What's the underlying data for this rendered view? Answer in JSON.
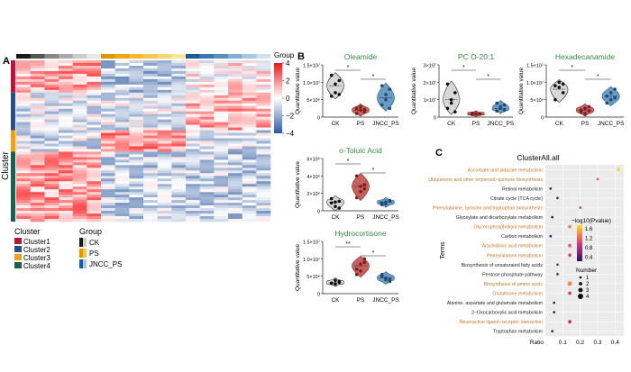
{
  "panel_labels": {
    "a": "A",
    "b": "B",
    "c": "C"
  },
  "colors": {
    "ck": "#d4d4d4",
    "ps": "#c0504d",
    "jncc": "#5b8fbe",
    "title_green": "#3a8a4a",
    "term_orange": "#c07a2a",
    "heat_high": "#e31a1c",
    "heat_low": "#2c5aa0",
    "cluster1": "#b5173a",
    "cluster2": "#2a4c8c",
    "cluster3": "#f0a020",
    "cluster4": "#1e5e4e"
  },
  "heatmap": {
    "group_title": "Group",
    "cluster_title": "Cluster",
    "axis_label": "Cluster",
    "scale_ticks": [
      "4",
      "2",
      "0",
      "−2",
      "−4"
    ],
    "cluster_legend": [
      "Cluster1",
      "Cluster2",
      "Cluster3",
      "Cluster4"
    ],
    "group_legend": [
      "CK",
      "PS",
      "JNCC_PS"
    ]
  },
  "chart_data": [
    {
      "type": "heatmap",
      "title": "",
      "groups": [
        "CK",
        "PS",
        "JNCC_PS"
      ],
      "clusters": [
        "Cluster1",
        "Cluster2",
        "Cluster3",
        "Cluster4"
      ],
      "color_range": [
        -4,
        4
      ],
      "columns": 18,
      "rows_approx": 60
    },
    {
      "type": "violin",
      "title": "Oleamide",
      "ylabel": "Quantitative value",
      "categories": [
        "CK",
        "PS",
        "JNCC_PS"
      ],
      "ytick_labels": [
        "0",
        "5×10⁶",
        "1.0×10⁷",
        "1.5×10⁷"
      ],
      "ylim": [
        0,
        15000000
      ],
      "points": [
        [
          6000000,
          7000000,
          10500000,
          12000000,
          9500000,
          6500000
        ],
        [
          2500000,
          2000000,
          1500000,
          1000000,
          3000000,
          2200000
        ],
        [
          3500000,
          6500000,
          8000000,
          9000000,
          5000000,
          2500000
        ]
      ],
      "medians": [
        9000000,
        2000000,
        5500000
      ],
      "significance": [
        [
          "CK",
          "PS",
          "*"
        ],
        [
          "PS",
          "JNCC_PS",
          "*"
        ]
      ]
    },
    {
      "type": "violin",
      "title": "PC O-20:1",
      "ylabel": "Quantitative value",
      "categories": [
        "CK",
        "PS",
        "JNCC_PS"
      ],
      "ytick_labels": [
        "0",
        "1×10⁷",
        "2×10⁷",
        "3×10⁷"
      ],
      "ylim": [
        0,
        30000000
      ],
      "points": [
        [
          5000000,
          10000000,
          14000000,
          19000000,
          8000000,
          3000000
        ],
        [
          1500000,
          1800000,
          2000000,
          2200000,
          1900000,
          1600000
        ],
        [
          3500000,
          5000000,
          7000000,
          8000000,
          6000000,
          4000000
        ]
      ],
      "medians": [
        10000000,
        2000000,
        5000000
      ],
      "significance": [
        [
          "CK",
          "PS",
          "*"
        ],
        [
          "PS",
          "JNCC_PS",
          "*"
        ]
      ]
    },
    {
      "type": "violin",
      "title": "Hexadecanamide",
      "ylabel": "Quantitative value",
      "categories": [
        "CK",
        "PS",
        "JNCC_PS"
      ],
      "ytick_labels": [
        "0",
        "5×10⁶",
        "1.0×10⁷",
        "1.5×10⁷"
      ],
      "ylim": [
        0,
        15000000
      ],
      "points": [
        [
          9000000,
          8500000,
          7000000,
          5000000,
          10000000,
          9500000
        ],
        [
          2000000,
          1000000,
          3000000,
          1500000,
          2500000,
          1800000
        ],
        [
          6000000,
          5000000,
          8000000,
          4000000,
          7000000,
          5500000
        ]
      ],
      "medians": [
        8000000,
        2000000,
        6000000
      ],
      "significance": [
        [
          "CK",
          "PS",
          "*"
        ],
        [
          "PS",
          "JNCC_PS",
          "*"
        ]
      ]
    },
    {
      "type": "violin",
      "title": "o-Toluic Acid",
      "ylabel": "Quantitative value",
      "categories": [
        "CK",
        "PS",
        "JNCC_PS"
      ],
      "ytick_labels": [
        "0",
        "2×10⁶",
        "4×10⁶",
        "6×10⁶"
      ],
      "ylim": [
        0,
        6000000
      ],
      "points": [
        [
          900000,
          1000000,
          1100000,
          1400000,
          500000,
          300000
        ],
        [
          1500000,
          2200000,
          3000000,
          4000000,
          2800000,
          2500000
        ],
        [
          700000,
          1000000,
          1200000,
          900000,
          800000,
          1100000
        ]
      ],
      "medians": [
        1000000,
        2800000,
        1000000
      ],
      "significance": [
        [
          "CK",
          "PS",
          "*"
        ],
        [
          "PS",
          "JNCC_PS",
          "*"
        ]
      ]
    },
    {
      "type": "violin",
      "title": "Hydrocortisone",
      "ylabel": "Quantitative value",
      "categories": [
        "CK",
        "PS",
        "JNCC_PS"
      ],
      "ytick_labels": [
        "0",
        "5×10⁶",
        "1.0×10⁷",
        "1.5×10⁷"
      ],
      "ylim": [
        0,
        15000000
      ],
      "points": [
        [
          3000000,
          3800000,
          3500000,
          3000000,
          2800000,
          3200000
        ],
        [
          7000000,
          8500000,
          10000000,
          5500000,
          6500000,
          9000000
        ],
        [
          5000000,
          4000000,
          3500000,
          5500000,
          4500000,
          4200000
        ]
      ],
      "medians": [
        3200000,
        8000000,
        4500000
      ],
      "significance": [
        [
          "CK",
          "PS",
          "**"
        ],
        [
          "PS",
          "JNCC_PS",
          "*"
        ]
      ]
    },
    {
      "type": "scatter",
      "title": "ClusterAll.all",
      "xlabel": "Ratio",
      "ylabel": "Terms",
      "x_ticks": [
        "0.1",
        "0.2",
        "0.3",
        "0.4"
      ],
      "xlim": [
        0,
        0.45
      ],
      "legend_color_title": "−log10(Pvalue)",
      "legend_color_ticks": [
        "1.6",
        "1.2",
        "0.8",
        "0.4"
      ],
      "color_range": [
        0.2,
        1.7
      ],
      "legend_size_title": "Number",
      "legend_size_values": [
        1,
        2,
        3,
        4
      ],
      "terms": [
        {
          "name": "Ascorbate and aldarate metabolism",
          "ratio": 0.42,
          "logp": 1.7,
          "number": 2,
          "highlight": true
        },
        {
          "name": "Ubiquinone and other terpenoid−quinone biosynthesis",
          "ratio": 0.3,
          "logp": 1.0,
          "number": 1,
          "highlight": true
        },
        {
          "name": "Retinol metabolism",
          "ratio": 0.03,
          "logp": 0.3,
          "number": 1,
          "highlight": false
        },
        {
          "name": "Citrate cycle (TCA cycle)",
          "ratio": 0.07,
          "logp": 0.4,
          "number": 1,
          "highlight": false
        },
        {
          "name": "Phenylalanine, tyrosine and tryptophan biosynthesis",
          "ratio": 0.2,
          "logp": 0.9,
          "number": 1,
          "highlight": true
        },
        {
          "name": "Glyoxylate and dicarboxylate metabolism",
          "ratio": 0.04,
          "logp": 0.3,
          "number": 1,
          "highlight": false
        },
        {
          "name": "Glycerophospholipid metabolism",
          "ratio": 0.14,
          "logp": 1.3,
          "number": 2,
          "highlight": true
        },
        {
          "name": "Carbon metabolism",
          "ratio": 0.03,
          "logp": 0.3,
          "number": 1,
          "highlight": false
        },
        {
          "name": "Arachidonic acid metabolism",
          "ratio": 0.14,
          "logp": 1.1,
          "number": 2,
          "highlight": true
        },
        {
          "name": "Phenylalanine metabolism",
          "ratio": 0.14,
          "logp": 1.0,
          "number": 2,
          "highlight": true
        },
        {
          "name": "Biosynthesis of unsaturated fatty acids",
          "ratio": 0.07,
          "logp": 0.5,
          "number": 1,
          "highlight": false
        },
        {
          "name": "Pentose phosphate pathway",
          "ratio": 0.07,
          "logp": 0.4,
          "number": 1,
          "highlight": false
        },
        {
          "name": "Biosynthesis of amino acids",
          "ratio": 0.14,
          "logp": 1.3,
          "number": 3,
          "highlight": true
        },
        {
          "name": "Glutathione metabolism",
          "ratio": 0.14,
          "logp": 0.9,
          "number": 2,
          "highlight": true
        },
        {
          "name": "Alanine, aspartate and glutamate metabolism",
          "ratio": 0.05,
          "logp": 0.3,
          "number": 1,
          "highlight": false
        },
        {
          "name": "2−Oxocarboxylic acid metabolism",
          "ratio": 0.05,
          "logp": 0.3,
          "number": 1,
          "highlight": false
        },
        {
          "name": "Neuroactive ligand−receptor interaction",
          "ratio": 0.14,
          "logp": 0.8,
          "number": 2,
          "highlight": true
        },
        {
          "name": "Tryptophan metabolism",
          "ratio": 0.04,
          "logp": 0.3,
          "number": 1,
          "highlight": false
        }
      ]
    }
  ]
}
